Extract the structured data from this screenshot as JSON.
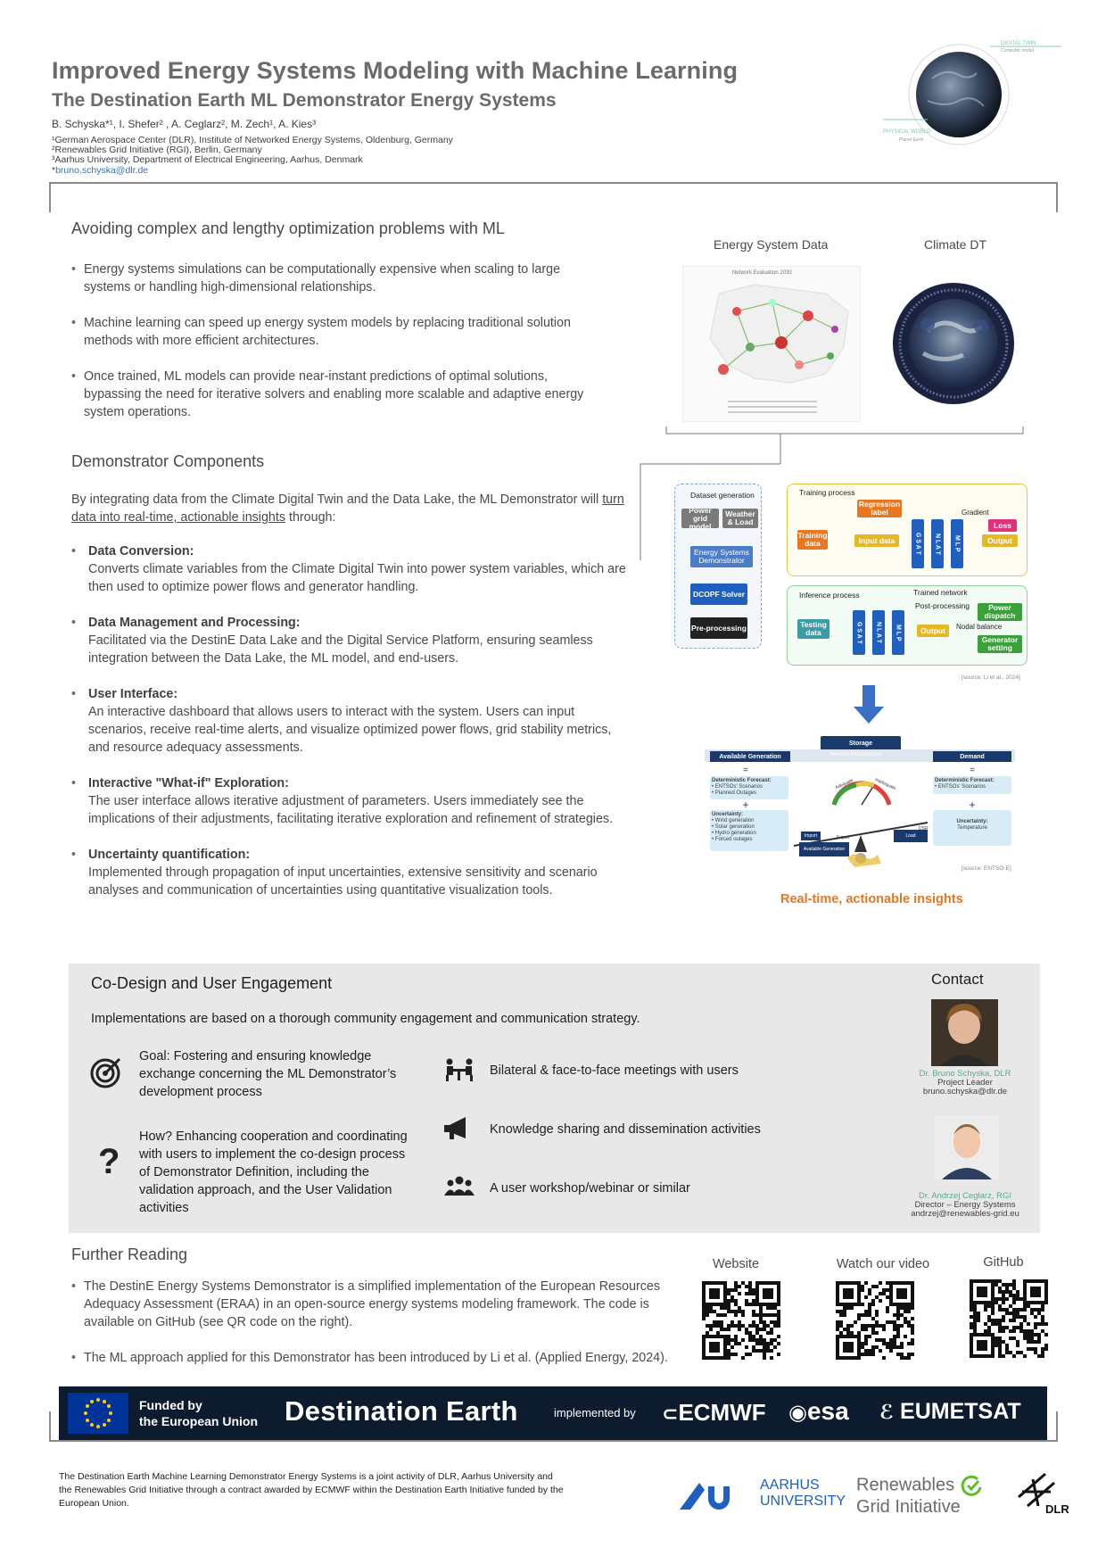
{
  "header": {
    "title": "Improved Energy Systems Modeling with Machine Learning",
    "subtitle": "The Destination Earth ML Demonstrator Energy Systems",
    "authors": "B. Schyska*¹, I. Shefer² , A. Ceglarz², M. Zech¹,  A. Kies³",
    "affiliations": [
      "¹German Aerospace Center (DLR), Institute of Networked Energy Systems, Oldenburg, Germany",
      "²Renewables Grid Initiative (RGI), Berlin, Germany",
      "³Aarhus University, Department of Electrical Engineering, Aarhus, Denmark"
    ],
    "email_prefix": "*",
    "email": "bruno.schyska@dlr.de",
    "globe_labels": {
      "digital_twin": "DIGITAL TWIN",
      "digital_twin_sub": "Computer model",
      "physical_world": "PHYSICAL WORLD",
      "physical_world_sub": "Planet Earth"
    }
  },
  "section1": {
    "heading": "Avoiding complex and lengthy optimization problems with ML",
    "bullets": [
      "Energy systems simulations can be computationally expensive when scaling to large systems or handling high-dimensional relationships.",
      "Machine learning can speed up energy system models by replacing traditional solution methods with more efficient architectures.",
      "Once trained, ML models can provide near-instant predictions of optimal solutions, bypassing the need for iterative solvers and enabling more scalable and adaptive energy system operations."
    ]
  },
  "section2": {
    "heading": "Demonstrator Components",
    "intro_pre": "By integrating data from the Climate Digital Twin and the Data Lake, the ML Demonstrator will ",
    "intro_link": "turn data into real-time, actionable insights",
    "intro_post": " through:",
    "items": [
      {
        "title": "Data Conversion:",
        "text": "Converts climate variables from the Climate Digital Twin into power system variables, which are then used to optimize power flows and generator handling."
      },
      {
        "title": "Data Management and Processing:",
        "text": "Facilitated via the DestinE Data Lake and the Digital Service Platform, ensuring seamless integration between the Data Lake, the ML model, and end-users."
      },
      {
        "title": "User Interface:",
        "text": "An interactive dashboard that allows users to interact with the system. Users can input scenarios, receive real-time alerts, and visualize optimized power flows, grid stability metrics, and resource adequacy assessments."
      },
      {
        "title": "Interactive \"What-if\" Exploration:",
        "text": "The user interface allows iterative adjustment of parameters. Users immediately see the implications of their adjustments, facilitating iterative exploration and refinement of strategies."
      },
      {
        "title": "Uncertainty quantification:",
        "text": "Implemented through propagation of input uncertainties, extensive sensitivity and scenario analyses and communication of uncertainties using quantitative visualization tools."
      }
    ]
  },
  "figures": {
    "energy_label": "Energy System Data",
    "climate_label": "Climate DT",
    "map_caption": "Network Evaluation 2030",
    "dataset_generation": "Dataset generation",
    "power_grid_model": "Power grid model",
    "weather_load": "Weather & Load",
    "es_demonstrator": "Energy Systems Demonstrator",
    "dcopf": "DCOPF Solver",
    "preprocessing": "Pre-processing",
    "training_process": "Training process",
    "regression_label": "Regression label",
    "gradient": "Gradient",
    "loss": "Loss",
    "training_data": "Training data",
    "input_data": "Input data",
    "output": "Output",
    "inference_process": "Inference process",
    "trained_network": "Trained network",
    "postprocessing": "Post-processing",
    "power_dispatch": "Power dispatch",
    "nodal_balance": "Nodal balance",
    "generator_setting": "Generator setting",
    "testing_data": "Testing data",
    "gsat": "G S A T",
    "nlat": "N L A T",
    "mlp": "M L P",
    "source1": "[source: Li et al., 2024]",
    "avail_gen": "Available Generation",
    "storage": "Storage",
    "network_infra": "Network infrastructure",
    "demand": "Demand",
    "det_forecast_l": "Deterministic Forecast:",
    "det_forecast_l_items": [
      "ENTSOs' Scenarios",
      "Planned Outages"
    ],
    "det_forecast_r": "Deterministic Forecast:",
    "det_forecast_r_items": [
      "ENTSOs' Scenarios"
    ],
    "uncert_l": "Uncertainty:",
    "uncert_l_items": [
      "Wind generation",
      "Solar generation",
      "Hydro generation",
      "Forced outages"
    ],
    "uncert_r": "Uncertainty:",
    "uncert_r_sub": "Temperature",
    "import": "Import",
    "export": "Export",
    "dsr": "DSR",
    "avail_gen_scale": "Available Generation",
    "load": "Load",
    "adequate": "Adequate",
    "inadequate": "Inadequate",
    "source2": "[source: ENTSO-E]",
    "insights": "Real-time, actionable insights"
  },
  "codesign": {
    "heading": "Co-Design and User Engagement",
    "intro": "Implementations are based on a thorough community engagement and communication strategy.",
    "goal": "Goal: Fostering and ensuring knowledge exchange concerning the ML Demonstrator’s development process",
    "how": "How? Enhancing cooperation and coordinating with users to implement the co-design process of Demonstrator Definition, including the validation approach, and the User Validation activities",
    "activities": [
      "Bilateral & face-to-face meetings with users",
      "Knowledge sharing and dissemination activities",
      "A user workshop/webinar or similar"
    ],
    "icons": [
      "target-icon",
      "question-icon",
      "meeting-icon",
      "megaphone-icon",
      "group-icon"
    ]
  },
  "contact": {
    "heading": "Contact",
    "people": [
      {
        "name": "Dr. Bruno Schyska, DLR",
        "role": "Project Leader",
        "email": "bruno.schyska@dlr.de"
      },
      {
        "name": "Dr. Andrzej Ceglarz, RGI",
        "role": "Director – Energy Systems",
        "email": "andrzej@renewables-grid.eu"
      }
    ]
  },
  "reading": {
    "heading": "Further Reading",
    "bullets": [
      "The DestinE Energy Systems Demonstrator is a simplified implementation of the European Resources Adequacy Assessment (ERAA) in an open-source energy systems modeling framework. The code is available on GitHub (see QR code on the right).",
      "The ML approach applied for this Demonstrator has been introduced by Li et al. (Applied Energy, 2024)."
    ],
    "qr_labels": [
      "Website",
      "Watch our video",
      "GitHub"
    ]
  },
  "banner": {
    "funded_line1": "Funded by",
    "funded_line2": "the European Union",
    "destination": "Destination Earth",
    "implemented": "implemented by",
    "ecmwf": "ECMWF",
    "esa": "esa",
    "eumetsat": "EUMETSAT"
  },
  "footer": {
    "note": "The Destination Earth Machine Learning Demonstrator Energy Systems is a joint activity of DLR, Aarhus University and the Renewables Grid Initiative through a contract awarded by ECMWF within the Destination Earth Initiative funded by the European Union.",
    "aarhus_1": "AARHUS",
    "aarhus_2": "UNIVERSITY",
    "rgi_1": "Renewables",
    "rgi_2": "Grid Initiative",
    "dlr": "DLR"
  },
  "colors": {
    "accent_orange": "#e87722",
    "blue": "#1f5fbf",
    "navy": "#0d1b2e",
    "green": "#3aa13a",
    "panel_grey": "#e8e8e8"
  }
}
